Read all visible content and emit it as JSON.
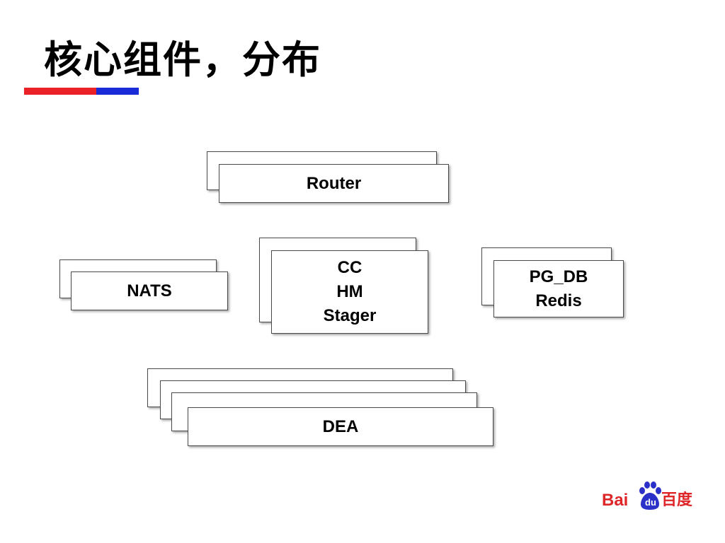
{
  "title": "核心组件，分布",
  "colors": {
    "accent_red": "#ea2227",
    "accent_blue": "#1a2bd8",
    "logo_red": "#de2527",
    "logo_blue": "#2b30c9"
  },
  "components": {
    "router": {
      "lines": [
        "Router"
      ]
    },
    "controller": {
      "lines": [
        "CC",
        "HM",
        "Stager"
      ]
    },
    "nats": {
      "lines": [
        "NATS"
      ]
    },
    "storage": {
      "lines": [
        "PG_DB",
        "Redis"
      ]
    },
    "dea": {
      "lines": [
        "DEA"
      ]
    }
  },
  "logo": {
    "latin": "Bai",
    "paw_text": "du",
    "chinese": "百度"
  }
}
